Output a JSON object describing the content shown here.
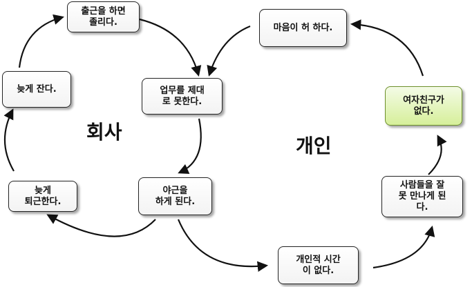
{
  "labels": {
    "company": "회사",
    "personal": "개인"
  },
  "nodes": {
    "commute_sleepy": "출근을 하면\n졸리다.",
    "sleep_late": "늦게 잔다.",
    "work_poorly": "업무를 제대\n로 못한다.",
    "heart_empty": "마음이 허 하다.",
    "no_girlfriend": "여자친구가\n없다.",
    "leave_late": "늦게\n퇴근한다.",
    "overtime": "야근을\n하게 된다.",
    "cant_meet": "사람들을 잘\n못 만나게 된\n다.",
    "no_personal_time": "개인적 시간\n이 없다."
  },
  "colors": {
    "node_border": "#222222",
    "highlight_fill": "#d6ef9a",
    "arrow": "#111111"
  }
}
